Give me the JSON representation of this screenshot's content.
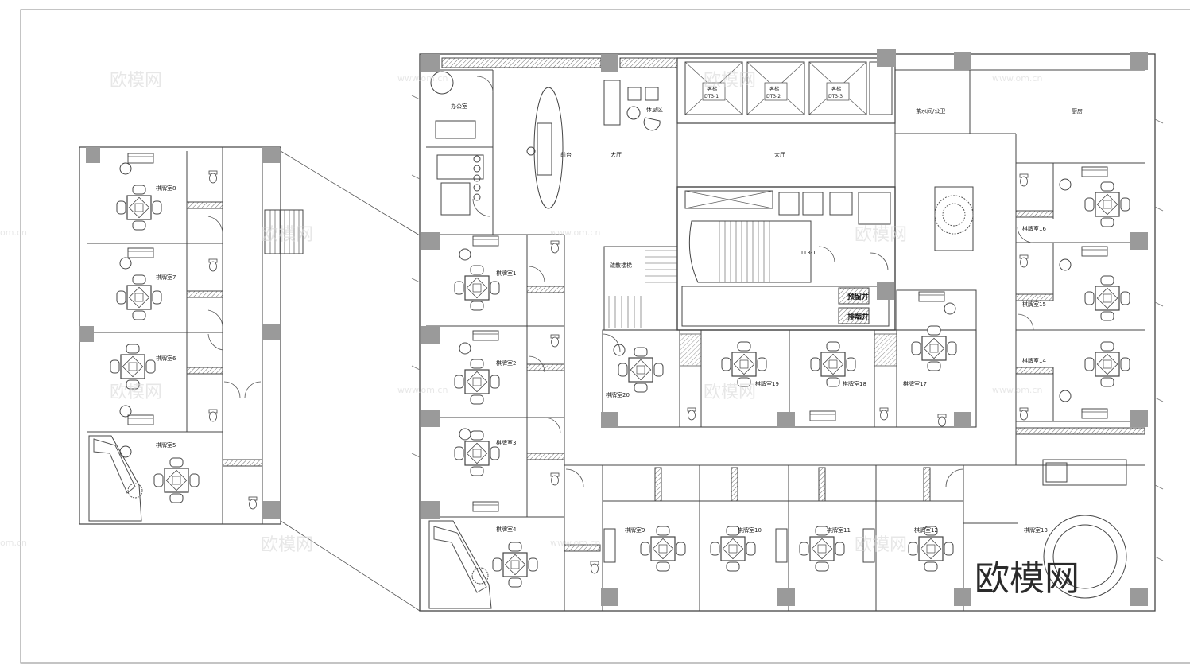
{
  "watermarks": {
    "brand": "欧模网",
    "domain": "www.om.cn",
    "domain_partial": "om.cn"
  },
  "labels": {
    "office": "办公室",
    "reception": "前台",
    "lobby": "大厅",
    "rest_area": "休息区",
    "tea_room": "茶水间/公卫",
    "kitchen": "厨房",
    "elevator_label": "客梯",
    "elevators": [
      "DT3-1",
      "DT3-2",
      "DT3-3"
    ],
    "stair_tag": "LT3-1",
    "fire_stair": "疏散楼梯",
    "vent_shaft": "预留井",
    "exhaust_shaft": "排烟井",
    "rooms": {
      "r1": "棋牌室1",
      "r2": "棋牌室2",
      "r3": "棋牌室3",
      "r4": "棋牌室4",
      "r9": "棋牌室9",
      "r10": "棋牌室10",
      "r11": "棋牌室11",
      "r12": "棋牌室12",
      "r13": "棋牌室13",
      "r14": "棋牌室14",
      "r15": "棋牌室15",
      "r16": "棋牌室16",
      "r17": "棋牌室17",
      "r18": "棋牌室18",
      "r19": "棋牌室19",
      "r20": "棋牌室20",
      "d8": "棋牌室8",
      "d7": "棋牌室7",
      "d6": "棋牌室6",
      "d5": "棋牌室5"
    }
  },
  "colors": {
    "line": "#4a4a4a",
    "column": "#9a9a9a",
    "hatch": "#6d6d6d"
  }
}
